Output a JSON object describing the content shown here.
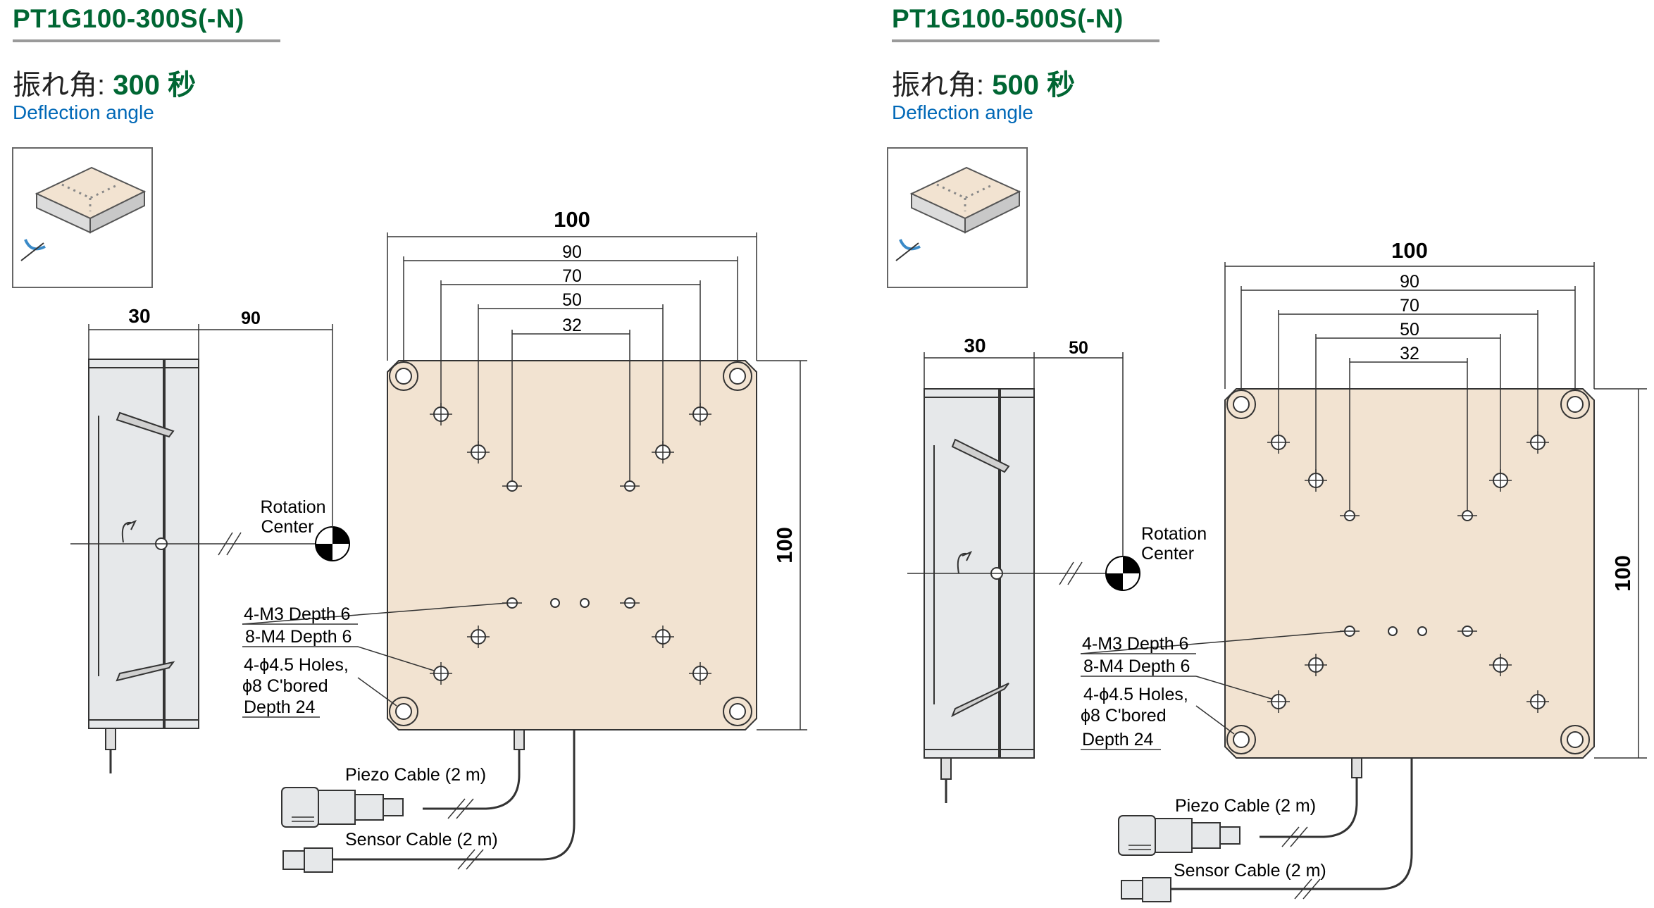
{
  "panels": [
    {
      "model": "PT1G100-300S(-N)",
      "angle_jp_label": "振れ角:",
      "angle_value": "300 秒",
      "angle_en": "Deflection angle",
      "dims": {
        "side_width": "30",
        "rotation_offset": "90",
        "top_total": "100",
        "top_90": "90",
        "top_70": "70",
        "top_50": "50",
        "top_32": "32",
        "height": "100"
      },
      "labels": {
        "rotation_1": "Rotation",
        "rotation_2": "Center",
        "m3": "4-M3 Depth 6",
        "m4": "8-M4 Depth 6",
        "holes_1": "4-ϕ4.5 Holes,",
        "holes_2": "ϕ8 C'bored",
        "holes_3": "Depth 24",
        "piezo_cable": "Piezo Cable (2 m)",
        "sensor_cable": "Sensor Cable (2 m)"
      }
    },
    {
      "model": "PT1G100-500S(-N)",
      "angle_jp_label": "振れ角:",
      "angle_value": "500 秒",
      "angle_en": "Deflection angle",
      "dims": {
        "side_width": "30",
        "rotation_offset": "50",
        "top_total": "100",
        "top_90": "90",
        "top_70": "70",
        "top_50": "50",
        "top_32": "32",
        "height": "100"
      },
      "labels": {
        "rotation_1": "Rotation",
        "rotation_2": "Center",
        "m3": "4-M3 Depth 6",
        "m4": "8-M4 Depth 6",
        "holes_1": "4-ϕ4.5 Holes,",
        "holes_2": "ϕ8 C'bored",
        "holes_3": "Depth 24",
        "piezo_cable": "Piezo Cable (2 m)",
        "sensor_cable": "Sensor Cable (2 m)"
      }
    }
  ],
  "colors": {
    "brand_green": "#006633",
    "english_blue": "#0068b7",
    "stage_fill": "#f2e3d1",
    "side_fill": "#e6e8ea",
    "line": "#333333",
    "underline": "#9a9a9a"
  }
}
